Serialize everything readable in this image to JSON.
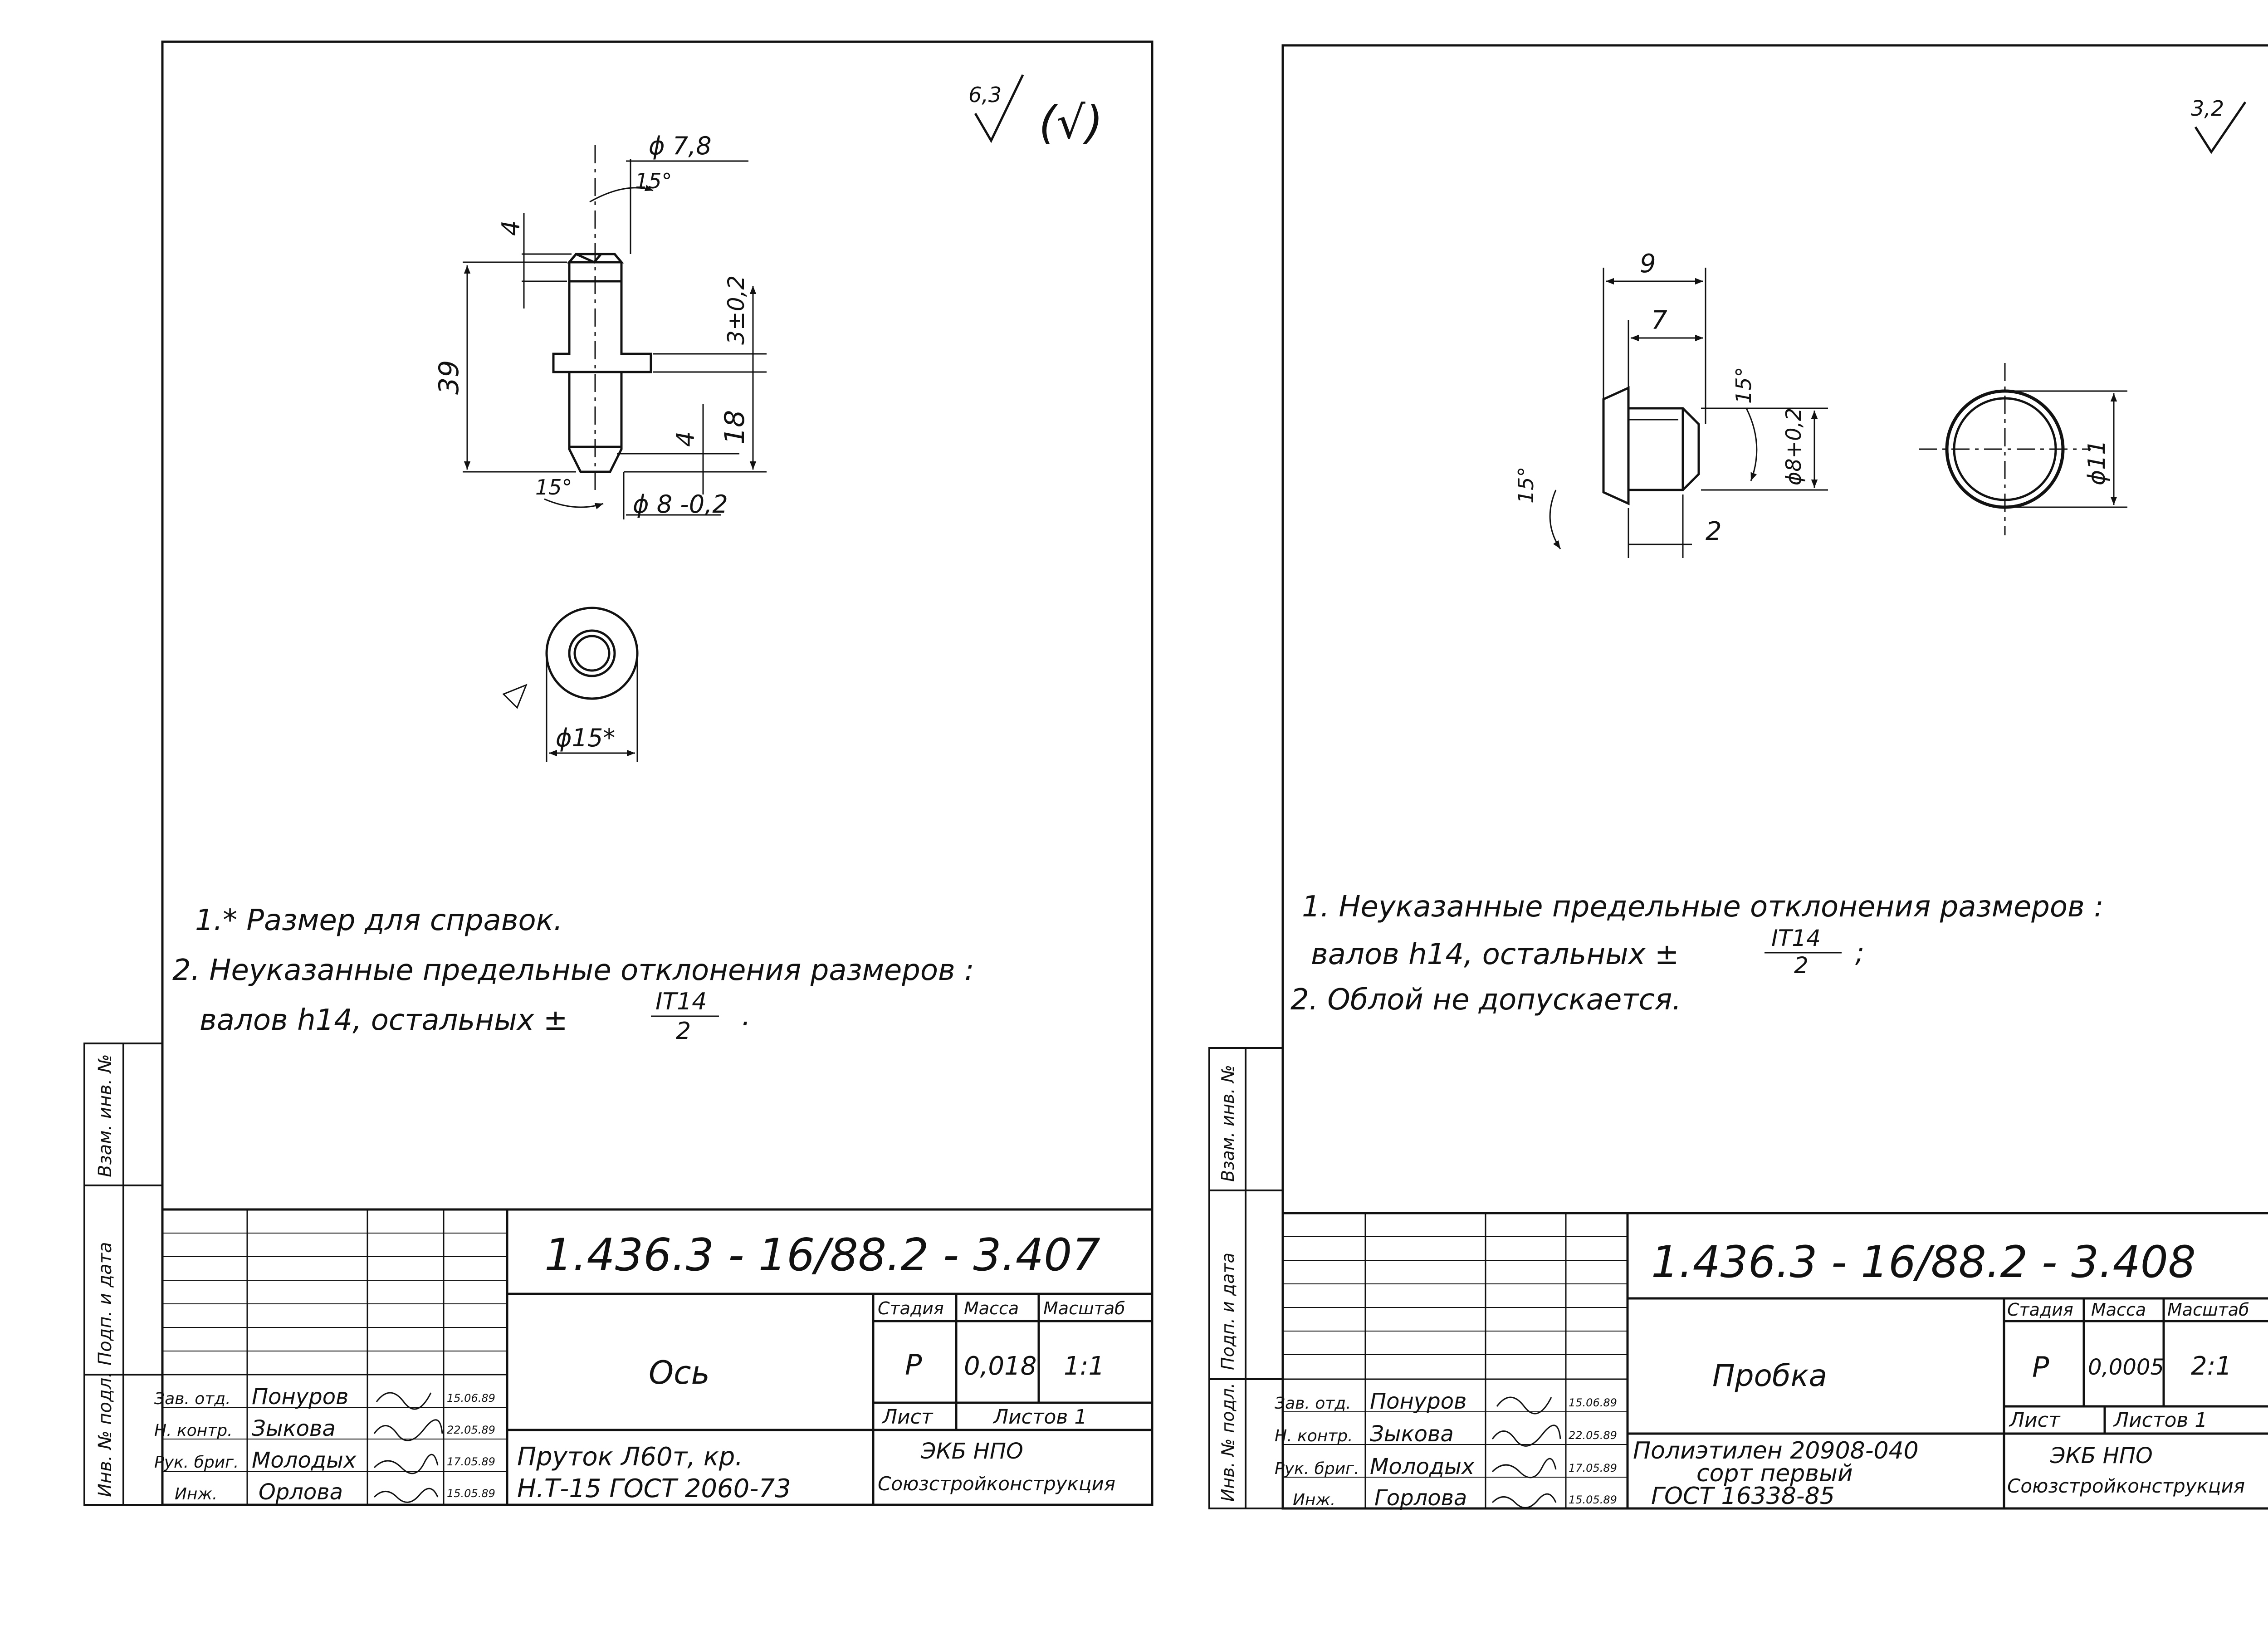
{
  "sheets": [
    {
      "roughness": {
        "value": "6,3",
        "extra": "(√)"
      },
      "dims": {
        "d_top": "ϕ 7,8",
        "angle_top": "15°",
        "len_chamfer_top": "4",
        "len_total": "39",
        "len_collar": "3±0,2",
        "len_bottom": "18",
        "len_chamfer_bot": "4",
        "angle_bot": "15°",
        "d_shaft": "ϕ 8 -0,2",
        "d_collar": "ϕ15*"
      },
      "notes": [
        "1.* Размер для справок.",
        "2. Неуказанные предельные отклонения размеров :",
        "валов h14, остальных ±"
      ],
      "tol_num": "IT14",
      "tol_den": "2",
      "tol_end": ".",
      "side_labels": [
        "Инв. № подл.",
        "Подп. и дата",
        "Взам. инв. №"
      ],
      "title_block": {
        "designation": "1.436.3 - 16/88.2 - 3.407",
        "name": "Ось",
        "material": [
          "Пруток Л60т, кр.",
          "Н.Т-15 ГОСТ 2060-73"
        ],
        "hdr_stage": "Стадия",
        "hdr_mass": "Масса",
        "hdr_scale": "Масштаб",
        "stage": "Р",
        "mass": "0,018",
        "scale": "1:1",
        "sheet": "Лист",
        "sheets": "Листов 1",
        "org": [
          "ЭКБ НПО",
          "Союзстройконструкция"
        ],
        "people": [
          {
            "role": "Зав. отд.",
            "name": "Понуров",
            "date": "15.06.89"
          },
          {
            "role": "Н. контр.",
            "name": "Зыкова",
            "date": "22.05.89"
          },
          {
            "role": "Рук. бриг.",
            "name": "Молодых",
            "date": "17.05.89"
          },
          {
            "role": "Инж.",
            "name": "Орлова",
            "date": "15.05.89"
          }
        ]
      }
    },
    {
      "roughness": {
        "value": "3,2",
        "extra": ""
      },
      "dims": {
        "len_total": "9",
        "len_body": "7",
        "angle_right": "15°",
        "d_inner": "ϕ8+0,2",
        "angle_left": "15°",
        "wall": "2",
        "d_outer": "ϕ11"
      },
      "notes": [
        "1. Неуказанные предельные отклонения размеров :",
        "валов h14, остальных ±",
        "2. Облой не допускается."
      ],
      "tol_num": "IT14",
      "tol_den": "2",
      "tol_end": ";",
      "side_labels": [
        "Инв. № подл.",
        "Подп. и дата",
        "Взам. инв. №"
      ],
      "title_block": {
        "designation": "1.436.3 - 16/88.2 - 3.408",
        "name": "Пробка",
        "material": [
          "Полиэтилен 20908-040",
          "сорт первый",
          "ГОСТ 16338-85"
        ],
        "hdr_stage": "Стадия",
        "hdr_mass": "Масса",
        "hdr_scale": "Масштаб",
        "stage": "Р",
        "mass": "0,0005",
        "scale": "2:1",
        "sheet": "Лист",
        "sheets": "Листов 1",
        "org": [
          "ЭКБ НПО",
          "Союзстройконструкция"
        ],
        "people": [
          {
            "role": "Зав. отд.",
            "name": "Понуров",
            "date": "15.06.89"
          },
          {
            "role": "Н. контр.",
            "name": "Зыкова",
            "date": "22.05.89"
          },
          {
            "role": "Рук. бриг.",
            "name": "Молодых",
            "date": "17.05.89"
          },
          {
            "role": "Инж.",
            "name": "Горлова",
            "date": "15.05.89"
          }
        ]
      }
    }
  ]
}
